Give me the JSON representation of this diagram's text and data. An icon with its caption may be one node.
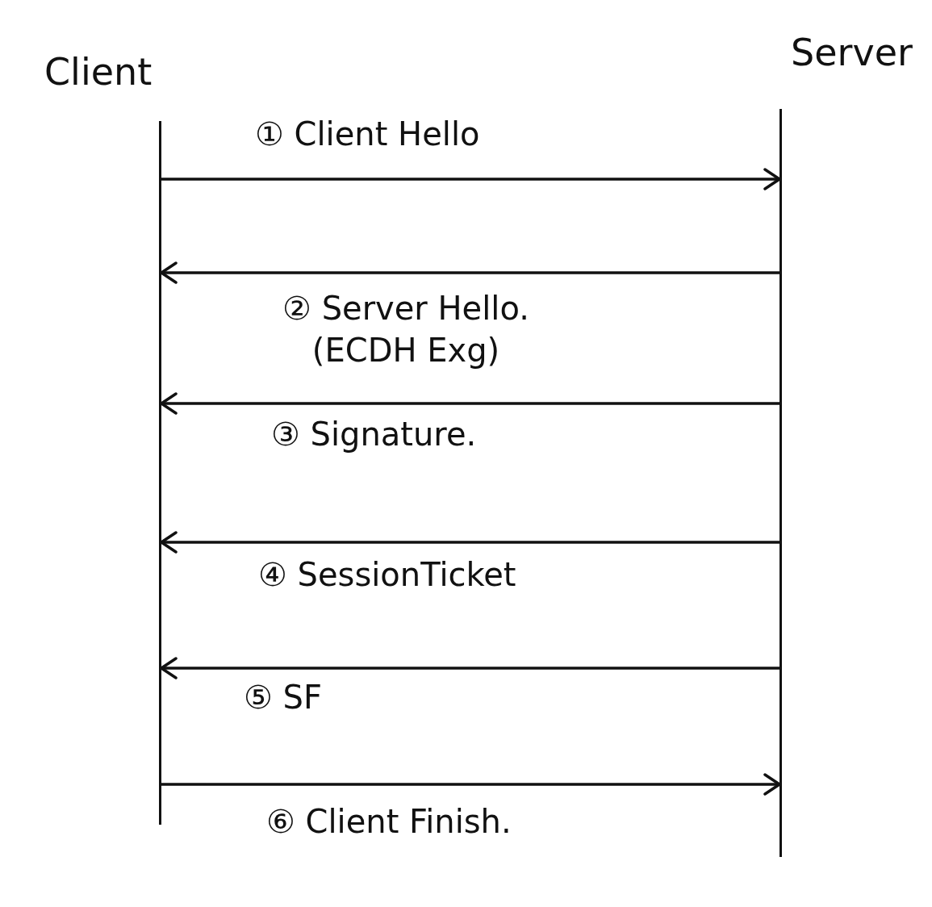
{
  "diagram": {
    "nodes": [
      {
        "text": [
          "Client"
        ]
      },
      {
        "text": [
          "Server"
        ]
      }
    ],
    "edges": [
      {
        "from": 0,
        "to": 1,
        "arrow": "to",
        "label": "① Client Hello"
      },
      {
        "from": 1,
        "to": 0,
        "arrow": "to",
        "label": "② Server Hello. (ECDH Exg)"
      },
      {
        "from": 1,
        "to": 0,
        "arrow": "to",
        "label": "③ Signature."
      },
      {
        "from": 1,
        "to": 0,
        "arrow": "to",
        "label": "④ SessionTicket"
      },
      {
        "from": 1,
        "to": 0,
        "arrow": "to",
        "label": "⑤ SF"
      },
      {
        "from": 0,
        "to": 1,
        "arrow": "to",
        "label": "⑥ Client Finish."
      }
    ]
  }
}
